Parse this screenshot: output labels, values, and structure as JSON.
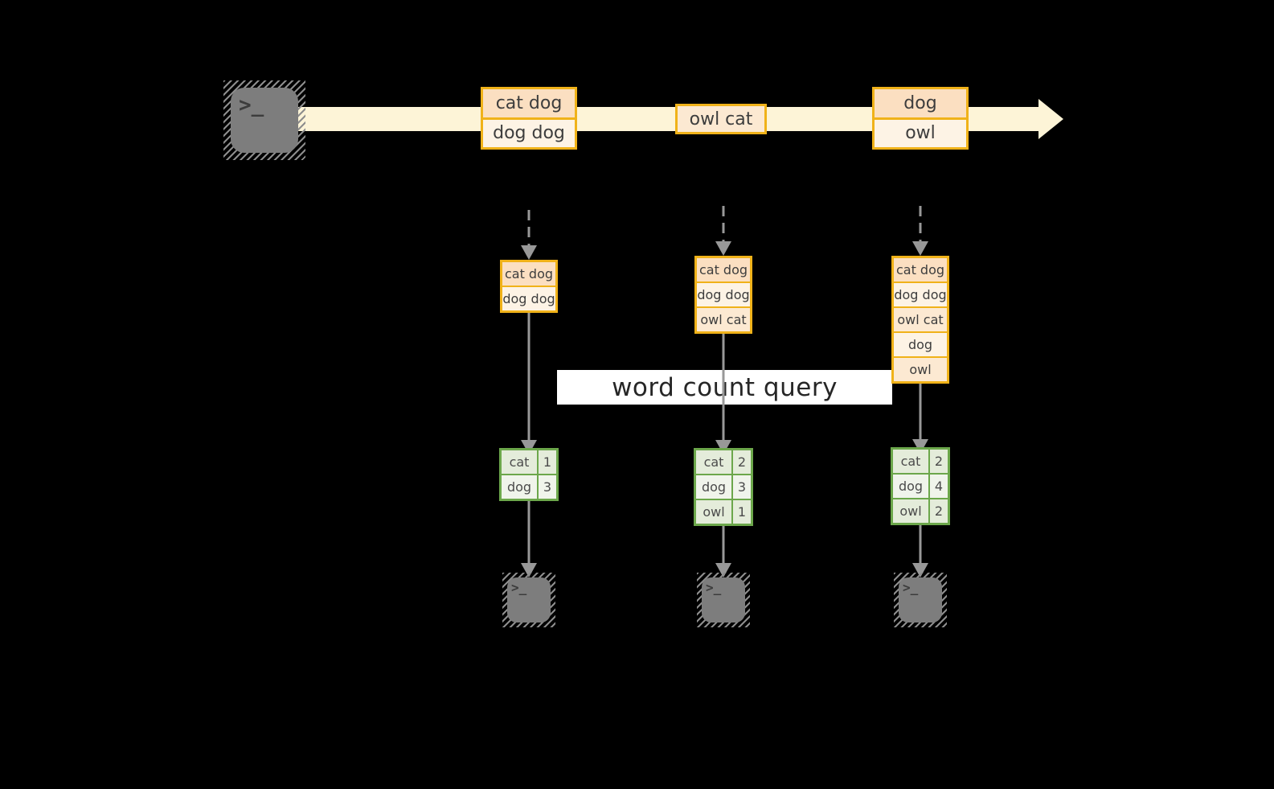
{
  "query_label": "word count query",
  "icons": {
    "terminal": {
      "name": "terminal-icon",
      "glyph": ">_"
    }
  },
  "colors": {
    "orange": "#f0b219",
    "record_peach": "#fbdfc1",
    "record_cream": "#fdf3e5",
    "record_mid": "#fce9d2",
    "band": "#fdf4d7",
    "gray": "#989898",
    "terminal_fill": "#7d7d7d",
    "terminal_glyph": "#3c3c3c",
    "green": "#6ca74b",
    "cell_sage": "#e4ecda",
    "cell_light": "#f0f4eb",
    "text_dark": "#3d3d3d",
    "query_text": "#262626",
    "white": "#ffffff"
  },
  "timeline": {
    "records": [
      {
        "rows": [
          {
            "text": "cat dog",
            "tone": "peach"
          },
          {
            "text": "dog dog",
            "tone": "cream"
          }
        ]
      },
      {
        "rows": [
          {
            "text": "owl cat",
            "tone": "mid"
          }
        ]
      },
      {
        "rows": [
          {
            "text": "dog",
            "tone": "peach"
          },
          {
            "text": "owl",
            "tone": "cream"
          }
        ]
      }
    ]
  },
  "columns": [
    {
      "buffer": [
        {
          "text": "cat dog",
          "tone": "peach"
        },
        {
          "text": "dog dog",
          "tone": "cream"
        }
      ],
      "counts": [
        {
          "word": "cat",
          "count": "1"
        },
        {
          "word": "dog",
          "count": "3"
        }
      ]
    },
    {
      "buffer": [
        {
          "text": "cat dog",
          "tone": "peach"
        },
        {
          "text": "dog dog",
          "tone": "cream"
        },
        {
          "text": "owl cat",
          "tone": "mid"
        }
      ],
      "counts": [
        {
          "word": "cat",
          "count": "2"
        },
        {
          "word": "dog",
          "count": "3"
        },
        {
          "word": "owl",
          "count": "1"
        }
      ]
    },
    {
      "buffer": [
        {
          "text": "cat dog",
          "tone": "peach"
        },
        {
          "text": "dog dog",
          "tone": "cream"
        },
        {
          "text": "owl cat",
          "tone": "mid"
        },
        {
          "text": "dog",
          "tone": "cream"
        },
        {
          "text": "owl",
          "tone": "mid"
        }
      ],
      "counts": [
        {
          "word": "cat",
          "count": "2"
        },
        {
          "word": "dog",
          "count": "4"
        },
        {
          "word": "owl",
          "count": "2"
        }
      ]
    }
  ]
}
